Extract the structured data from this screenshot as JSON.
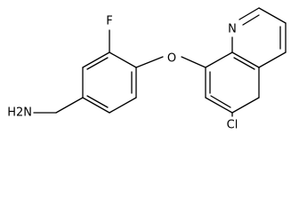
{
  "atoms": {
    "nh2": "H2N",
    "fluorine": "F",
    "oxygen": "O",
    "nitrogen": "N",
    "chlorine": "Cl"
  },
  "colors": {
    "background": "#ffffff",
    "ink": "#000000"
  }
}
